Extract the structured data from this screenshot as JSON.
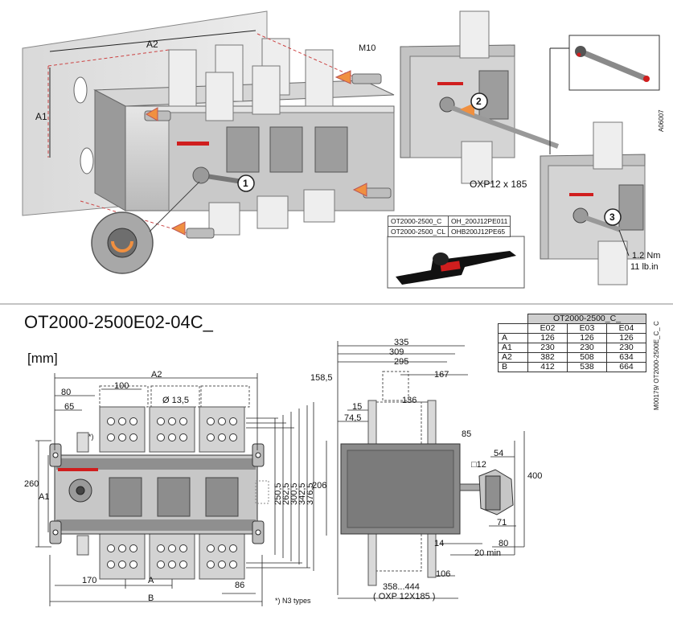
{
  "top_labels": {
    "a2": "A2",
    "a1": "A1",
    "m10": "M10",
    "oxp": "OXP12 x 185",
    "torque1": "1.2 Nm",
    "torque2": "11 lb.in",
    "step1": "1",
    "step2": "2",
    "step3": "3",
    "code_top": "A06007"
  },
  "accessory_table": [
    [
      "OT2000-2500_C",
      "OH_200J12PE011"
    ],
    [
      "OT2000-2500_CL",
      "OHB200J12PE65"
    ]
  ],
  "title": "OT2000-2500E02-04C_",
  "unit": "[mm]",
  "code_side": "M00179/ OT2000-2500E_C_  C",
  "spec_table": {
    "title": "OT2000-2500_C_",
    "columns": [
      "E02",
      "E03",
      "E04"
    ],
    "rows": [
      {
        "label": "A",
        "values": [
          "126",
          "126",
          "126"
        ]
      },
      {
        "label": "A1",
        "values": [
          "230",
          "230",
          "230"
        ]
      },
      {
        "label": "A2",
        "values": [
          "382",
          "508",
          "634"
        ]
      },
      {
        "label": "B",
        "values": [
          "412",
          "538",
          "664"
        ]
      }
    ]
  },
  "front_dims": {
    "a2": "A2",
    "d80": "80",
    "d65": "65",
    "d100": "100",
    "d13": "Ø 13,5",
    "n3": "*)",
    "d260": "260",
    "a1": "A1",
    "d2505": "250,5",
    "d2625": "262,5",
    "d3005": "300,5",
    "d3425": "342,5",
    "d3765": "376,5",
    "d170": "170",
    "a": "A",
    "d86": "86",
    "b": "B",
    "note": "*) N3 types"
  },
  "side_dims": {
    "d335": "335",
    "d309": "309",
    "d295": "295",
    "d1585": "158,5",
    "d167": "167",
    "d136": "136",
    "d15": "15",
    "d745": "74,5",
    "d85": "85",
    "d206": "206",
    "d12": "□12",
    "d54": "54",
    "d400": "400",
    "d71": "71",
    "d80": "80",
    "d14": "14",
    "d20min": "20 min",
    "d106": "106",
    "oxp_range": "358...444",
    "oxp_note": "( OXP 12X185 )"
  }
}
